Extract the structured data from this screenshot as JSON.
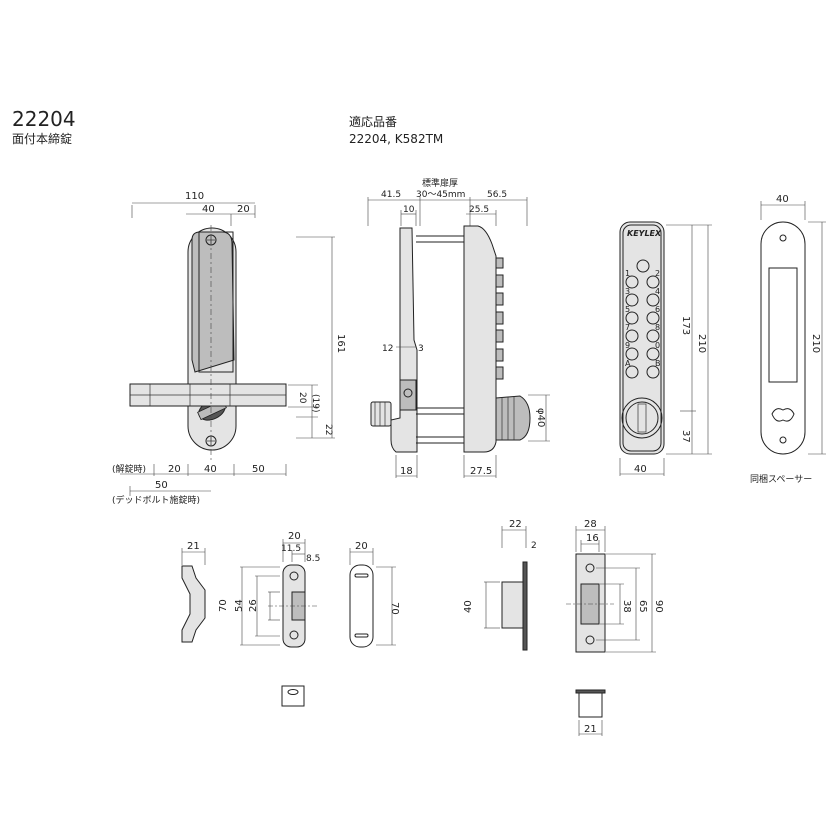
{
  "header": {
    "model": "22204",
    "name": "面付本締錠",
    "compat_label": "適応品番",
    "compat_models": "22204, K582TM"
  },
  "front_view": {
    "dims": {
      "width_total": "110",
      "w40": "40",
      "w20": "20",
      "h161": "161",
      "h20": "20",
      "h19": "(19)",
      "h22": "22",
      "unlock_label": "(解錠時)",
      "b20": "20",
      "b40": "40",
      "b50": "50",
      "bolt50": "50",
      "bolt_label": "(デッドボルト施錠時)"
    }
  },
  "side_view": {
    "dims": {
      "door_label": "標準扉厚",
      "left41": "41.5",
      "door_range": "30〜45mm",
      "right56": "56.5",
      "d10": "10",
      "d25": "25.5",
      "d12": "12",
      "d3": "3",
      "dia40": "φ40",
      "b18": "18",
      "b27": "27.5"
    }
  },
  "keypad_view": {
    "brand": "KEYLEX",
    "keys_left": [
      "1",
      "3",
      "5",
      "7",
      "9",
      "A"
    ],
    "keys_right": [
      "2",
      "4",
      "6",
      "8",
      "0",
      "B"
    ],
    "dims": {
      "h173": "173",
      "h210": "210",
      "h37": "37",
      "w40": "40"
    }
  },
  "spacer_view": {
    "dims": {
      "w40": "40",
      "h210": "210"
    },
    "label": "同梱スペーサー"
  },
  "strike_parts": {
    "angle_dim": "21",
    "plate": {
      "w20": "20",
      "w11": "11.5",
      "w8": "8.5",
      "h70": "70",
      "h54": "54",
      "h26": "26"
    },
    "plate2": {
      "w20": "20",
      "h70": "70"
    },
    "box": {
      "d22": "22",
      "d2": "2",
      "h40": "40"
    },
    "box_plate": {
      "w28": "28",
      "w16": "16",
      "h38": "38",
      "h65": "65",
      "h90": "90"
    },
    "box_bottom": {
      "w21": "21"
    }
  }
}
